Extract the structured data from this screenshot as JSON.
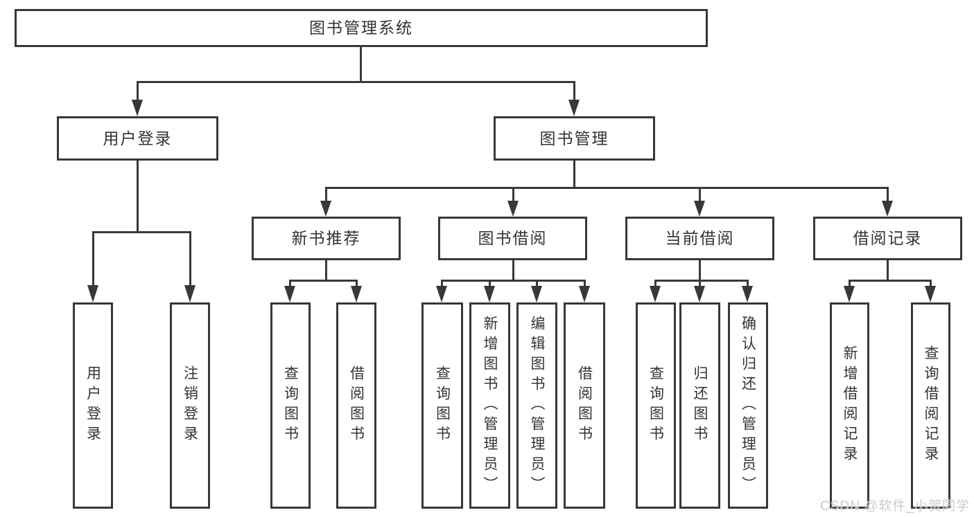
{
  "diagram_title": "图书管理系统",
  "nodes": {
    "root": {
      "label": "图书管理系统"
    },
    "user_login": {
      "label": "用户登录"
    },
    "book_mgmt": {
      "label": "图书管理"
    },
    "new_book_rec": {
      "label": "新书推荐"
    },
    "book_borrow": {
      "label": "图书借阅"
    },
    "current_borrow": {
      "label": "当前借阅"
    },
    "borrow_records": {
      "label": "借阅记录"
    },
    "ul_user_login": {
      "label": "用户登录"
    },
    "ul_logout": {
      "label": "注销登录"
    },
    "nbr_query_books": {
      "label": "查询图书"
    },
    "nbr_borrow_books": {
      "label": "借阅图书"
    },
    "bb_query_books": {
      "label": "查询图书"
    },
    "bb_add_books": {
      "label": "新增图书（管理员）"
    },
    "bb_edit_books": {
      "label": "编辑图书（管理员）"
    },
    "bb_borrow_books": {
      "label": "借阅图书"
    },
    "cb_query_books": {
      "label": "查询图书"
    },
    "cb_return_books": {
      "label": "归还图书"
    },
    "cb_confirm_return": {
      "label": "确认归还（管理员）"
    },
    "br_add_record": {
      "label": "新增借阅记录"
    },
    "br_query_record": {
      "label": "查询借阅记录"
    }
  },
  "hierarchy": {
    "root": "图书管理系统",
    "children": [
      {
        "label": "用户登录",
        "children": [
          "用户登录",
          "注销登录"
        ]
      },
      {
        "label": "图书管理",
        "children": [
          {
            "label": "新书推荐",
            "children": [
              "查询图书",
              "借阅图书"
            ]
          },
          {
            "label": "图书借阅",
            "children": [
              "查询图书",
              "新增图书（管理员）",
              "编辑图书（管理员）",
              "借阅图书"
            ]
          },
          {
            "label": "当前借阅",
            "children": [
              "查询图书",
              "归还图书",
              "确认归还（管理员）"
            ]
          },
          {
            "label": "借阅记录",
            "children": [
              "新增借阅记录",
              "查询借阅记录"
            ]
          }
        ]
      }
    ]
  },
  "watermark": {
    "text": "CSDN @软件_小贺同学"
  },
  "colors": {
    "line": "#383838",
    "text": "#333333",
    "background": "#ffffff",
    "watermark": "#c9cbd0"
  }
}
